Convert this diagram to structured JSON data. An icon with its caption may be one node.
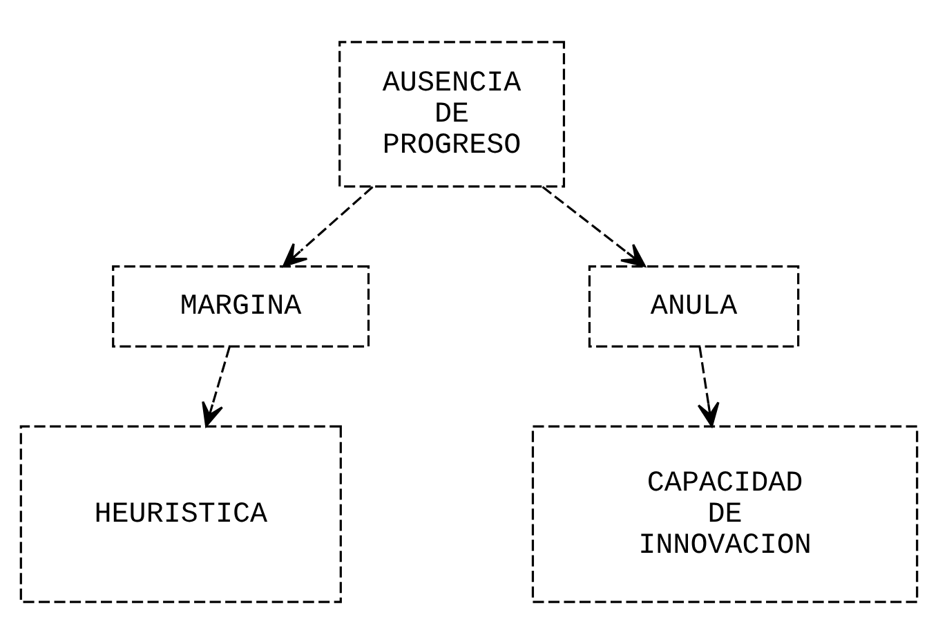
{
  "diagram": {
    "nodes": [
      {
        "text": [
          "AUSENCIA DE PROGRESO"
        ]
      },
      {
        "text": [
          "MARGINA"
        ]
      },
      {
        "text": [
          "ANULA"
        ]
      },
      {
        "text": [
          "HEURISTICA"
        ]
      },
      {
        "text": [
          "CAPACIDAD DE INNOVACION"
        ]
      }
    ],
    "edges": [
      {
        "from": 0,
        "to": 1,
        "arrow": "to",
        "style": "dashed"
      },
      {
        "from": 0,
        "to": 2,
        "arrow": "to",
        "style": "dashed"
      },
      {
        "from": 1,
        "to": 3,
        "arrow": "to",
        "style": "dashed"
      },
      {
        "from": 2,
        "to": 4,
        "arrow": "to",
        "style": "dashed"
      }
    ]
  }
}
